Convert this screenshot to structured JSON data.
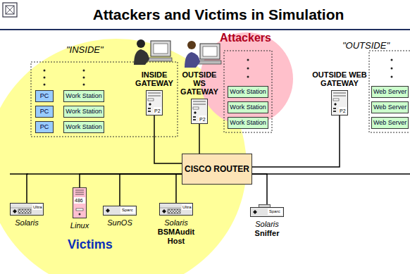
{
  "diagram": {
    "title": "Attackers and Victims in Simulation",
    "nodes": [
      {
        "text": [
          "PC"
        ]
      },
      {
        "text": [
          "Work Station"
        ]
      },
      {
        "text": [
          "PC"
        ]
      },
      {
        "text": [
          "Work Station"
        ]
      },
      {
        "text": [
          "PC"
        ]
      },
      {
        "text": [
          "Work Station"
        ]
      },
      {
        "text": [
          "INSIDE GATEWAY"
        ]
      },
      {
        "text": [
          "OUTSIDE WS GATEWAY"
        ]
      },
      {
        "text": [
          "Work Station"
        ]
      },
      {
        "text": [
          "Work Station"
        ]
      },
      {
        "text": [
          "Work Station"
        ]
      },
      {
        "text": [
          "OUTSIDE WEB GATEWAY"
        ]
      },
      {
        "text": [
          "Web Server"
        ]
      },
      {
        "text": [
          "Web Server"
        ]
      },
      {
        "text": [
          "Web Server"
        ]
      },
      {
        "text": [
          "CISCO ROUTER"
        ]
      },
      {
        "text": [
          "Solaris"
        ]
      },
      {
        "text": [
          "Linux"
        ]
      },
      {
        "text": [
          "SunOS"
        ]
      },
      {
        "text": [
          "Solaris",
          "BSMAudit Host"
        ]
      },
      {
        "text": [
          "Solaris",
          "Sniffer"
        ]
      }
    ],
    "edges": [
      {
        "from": 6,
        "to": 15,
        "arrow": "none"
      },
      {
        "from": 7,
        "to": 15,
        "arrow": "none"
      },
      {
        "from": 11,
        "to": 15,
        "arrow": "none"
      },
      {
        "from": 15,
        "to": 16,
        "arrow": "none"
      },
      {
        "from": 15,
        "to": 17,
        "arrow": "none"
      },
      {
        "from": 15,
        "to": 18,
        "arrow": "none"
      },
      {
        "from": 15,
        "to": 19,
        "arrow": "none"
      },
      {
        "from": 15,
        "to": 20,
        "arrow": "none"
      }
    ],
    "labels": [
      "\"INSIDE\"",
      "\"OUTSIDE\"",
      "Attackers",
      "Victims",
      "P2",
      "P2",
      "P2",
      "Ultra",
      "486",
      "Sparc",
      "Ultra",
      "Sparc"
    ]
  }
}
